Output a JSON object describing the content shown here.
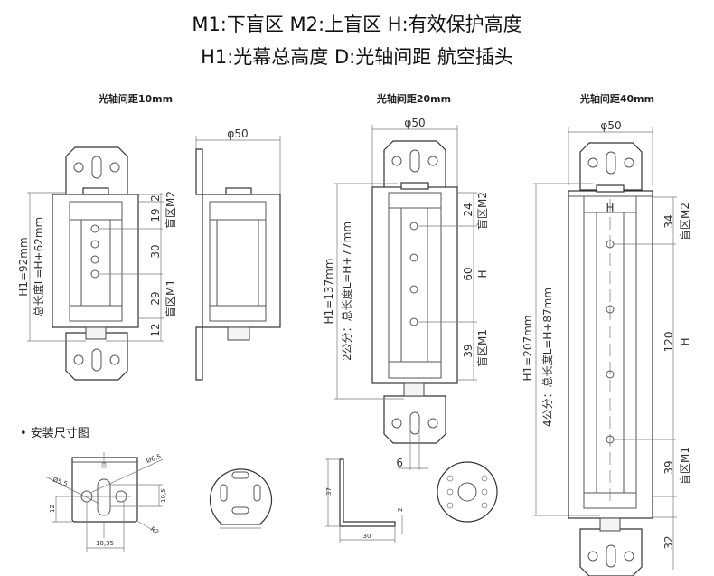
{
  "header": {
    "line1": "M1:下盲区   M2:上盲区  H:有效保护高度",
    "line2": "H1:光幕总高度 D:光轴间距 航空插头"
  },
  "diagrams": [
    {
      "title": "光轴间距10mm",
      "diameter": "φ50",
      "h1": "H1=92mm",
      "length": "总长度L=H+62mm",
      "dims": [
        "2",
        "19",
        "30",
        "29",
        "12"
      ],
      "m2": "盲区M2",
      "m1": "盲区M1"
    },
    {
      "title": "光轴间距20mm",
      "diameter": "φ50",
      "h1": "H1=137mm",
      "length": "2公分：总长度L=H+77mm",
      "dims": [
        "24",
        "60",
        "39"
      ],
      "h": "H",
      "m2": "盲区M2",
      "m1": "盲区M1",
      "slot": "6"
    },
    {
      "title": "光轴间距40mm",
      "diameter": "φ50",
      "h1": "H1=207mm",
      "length": "4公分：总长度L=H+87mm",
      "dims": [
        "34",
        "120",
        "39",
        "32"
      ],
      "h": "H",
      "m2": "盲区M2",
      "m1": "盲区M1"
    }
  ],
  "install": {
    "title": "• 安装尺寸图",
    "bracket_dims": [
      "Ø5.5",
      "Ø6.5",
      "10,5",
      "12",
      "18,35",
      "R2"
    ],
    "angle_dims": [
      "37",
      "2",
      "30"
    ]
  }
}
